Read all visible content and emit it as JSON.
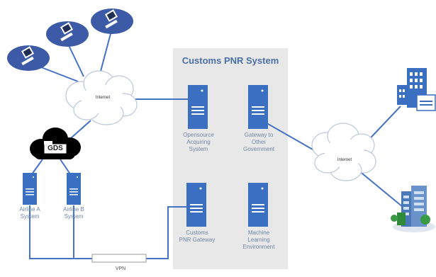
{
  "diagram": {
    "title": "Customs PNR System",
    "internet_left_label": "Internet",
    "internet_right_label": "Internet",
    "gds_label": "GDS",
    "vpn_label": "VPN",
    "servers": {
      "opensource": [
        "Opensource",
        "Acquiring",
        "System"
      ],
      "gateway_gov": [
        "Gateway to",
        "Other",
        "Government"
      ],
      "customs_gateway": [
        "Customs",
        "PNR Gateway"
      ],
      "ml_env": [
        "Machine",
        "Learning",
        "Environment"
      ],
      "airline_a": [
        "Airline A",
        "System"
      ],
      "airline_b": [
        "Airline B",
        "System"
      ]
    },
    "colors": {
      "link": "#4472c4",
      "server": "#3b6fc2",
      "bubble": "#3c5aa6",
      "box": "#e8e8e8",
      "cloud_fill": "#ffffff",
      "cloud_stroke": "#bcc7d9"
    }
  }
}
